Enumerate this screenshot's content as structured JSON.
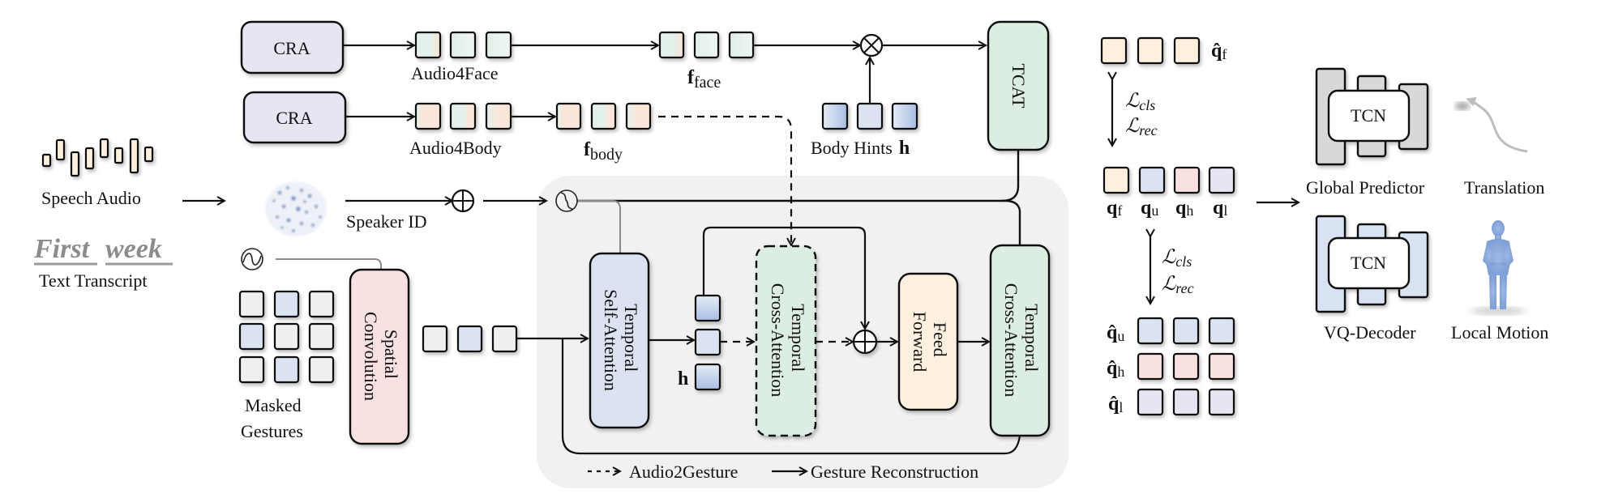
{
  "colors": {
    "panel_bg": "#f1f1f1",
    "cra_fill": "#e8e4f1",
    "face_fill": "#e3f1ea",
    "body_fill": "#fbe7da",
    "hint_fill": "#dbe3f3",
    "hint_dark": "#b6c7e6",
    "sa_fill": "#dbe3f3",
    "tca_fill": "#dcede2",
    "ff_fill": "#fdf0de",
    "sc_fill": "#f9e1e1",
    "gray_sq": "#efefef",
    "qf_fill": "#fdf0de",
    "qu_fill": "#dbe3f3",
    "qh_fill": "#f9e1e1",
    "ql_fill": "#e8e4f1",
    "global_fill": "#d8d8d8",
    "vq_fill": "#d8e2f3",
    "audio_fill": "#fdf0de"
  },
  "inputs": {
    "speech_audio": "Speech Audio",
    "text_word_1": "First",
    "text_word_2": "week",
    "text_transcript": "Text Transcript",
    "speaker_id": "Speaker ID",
    "masked_gestures_line1": "Masked",
    "masked_gestures_line2": "Gestures"
  },
  "top_branch": {
    "cra_1": "CRA",
    "cra_2": "CRA",
    "audio4face": "Audio4Face",
    "audio4body": "Audio4Body",
    "f_face_main": "f",
    "f_face_sub": "face",
    "f_body_main": "f",
    "f_body_sub": "body",
    "body_hints": "Body Hints",
    "body_hints_symbol": "h",
    "tcat": "TCAT"
  },
  "transformer": {
    "spatial_conv_line1": "Spatial",
    "spatial_conv_line2": "Convolution",
    "tsa_line1": "Temporal",
    "tsa_line2": "Self-Attention",
    "tca_line1": "Temporal",
    "tca_line2": "Cross-Attention",
    "ff_line1": "Feed",
    "ff_line2": "Forward",
    "tca2_line1": "Temporal",
    "tca2_line2": "Cross-Attention",
    "h_symbol": "h",
    "legend_dashed": "Audio2Gesture",
    "legend_solid": "Gesture Reconstruction"
  },
  "tokens": {
    "qhat_f": {
      "main": "q̂",
      "sub": "f"
    },
    "loss_cls": "ℒ",
    "loss_cls_sub": "cls",
    "loss_rec": "ℒ",
    "loss_rec_sub": "rec",
    "q_labels": [
      {
        "main": "q",
        "sub": "f"
      },
      {
        "main": "q",
        "sub": "u"
      },
      {
        "main": "q",
        "sub": "h"
      },
      {
        "main": "q",
        "sub": "l"
      }
    ],
    "qhat_rows": [
      {
        "main": "q̂",
        "sub": "u"
      },
      {
        "main": "q̂",
        "sub": "h"
      },
      {
        "main": "q̂",
        "sub": "l"
      }
    ]
  },
  "decoders": {
    "tcn_1": "TCN",
    "tcn_2": "TCN",
    "global_predictor": "Global Predictor",
    "translation": "Translation",
    "vq_decoder": "VQ-Decoder",
    "local_motion": "Local Motion"
  }
}
